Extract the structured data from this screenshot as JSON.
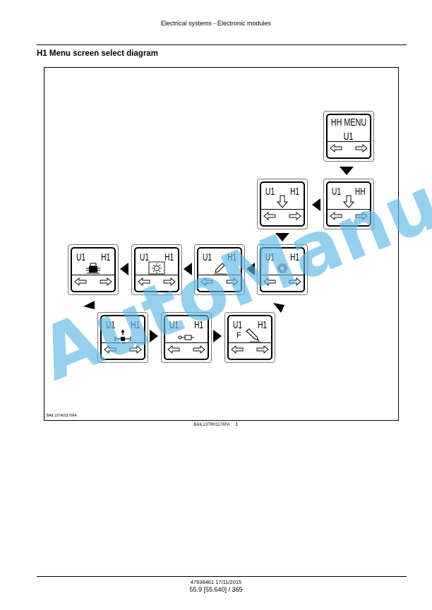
{
  "header": {
    "title": "Electrical systems - Electronic modules"
  },
  "section": {
    "title": "H1 Menu screen select diagram"
  },
  "figure": {
    "id_inside": "BAIL13TR01176FA",
    "caption_id": "BAIL13TR01176FA",
    "caption_number": "1"
  },
  "screens": {
    "hh_menu": {
      "line1": "HH MENU",
      "line2": "U1",
      "icon": "left-right-arrows"
    },
    "u1_hh": {
      "left": "U1",
      "right": "HH",
      "icon": "down-arrow-icon"
    },
    "u1_h1_down": {
      "left": "U1",
      "right": "H1",
      "icon": "down-arrow-icon"
    },
    "u1_h1_gear": {
      "left": "U1",
      "right": "H1",
      "icon": "gear-icon"
    },
    "u1_h1_pencil": {
      "left": "U1",
      "right": "H1",
      "icon": "pencil-icon"
    },
    "u1_h1_sun": {
      "left": "U1",
      "right": "H1",
      "icon": "sun-frame-icon"
    },
    "u1_h1_engine": {
      "left": "U1",
      "right": "H1",
      "icon": "engine-icon"
    },
    "u1_h1_axle": {
      "left": "U1",
      "right": "H1",
      "icon": "axle-icon"
    },
    "u1_h1_cylinder": {
      "left": "U1",
      "right": "H1",
      "icon": "cylinder-icon"
    },
    "u1_h1_f": {
      "left": "U1",
      "right": "H1",
      "f_label": "F",
      "icon": "pencil-icon"
    }
  },
  "watermark": {
    "text": "AutoManual",
    "color": "#5eb7e6"
  },
  "footer": {
    "doc_line": "47936461 17/11/2015",
    "page_line": "55.9 [55.640] / 365"
  }
}
